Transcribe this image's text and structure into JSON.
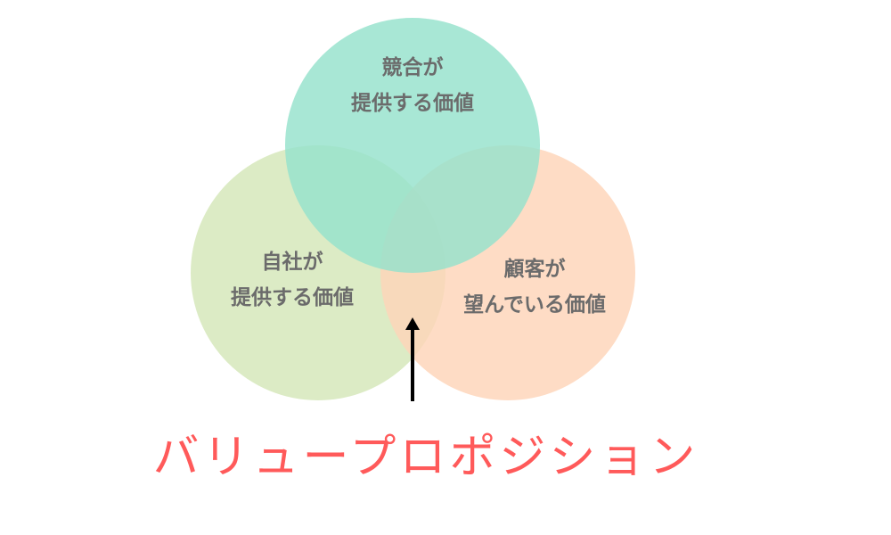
{
  "circles": {
    "competitor": {
      "line1": "競合が",
      "line2": "提供する価値",
      "color": "#a8e6cf"
    },
    "company": {
      "line1": "自社が",
      "line2": "提供する価値",
      "color": "#dcebc5"
    },
    "customer": {
      "line1": "顧客が",
      "line2": "望んでいる価値",
      "color": "#fed4b8"
    }
  },
  "arrow_label": "バリュープロポジション",
  "arrow_label_color": "#ff5a5a"
}
